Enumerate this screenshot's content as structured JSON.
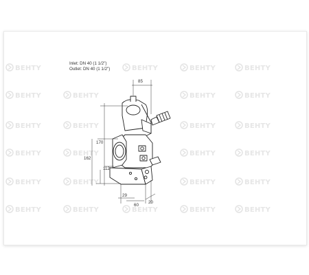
{
  "specs": {
    "inlet": "Inlet: DN 40 (1 1/2\")",
    "outlet": "Outlet: DN 40 (1 1/2\")"
  },
  "dimensions": {
    "d85": "85",
    "d170": "170",
    "d162": "162",
    "d112": "112",
    "d29": "29",
    "d60": "60",
    "d20": "20"
  },
  "watermark": {
    "text": "BEHTY",
    "color": "#e6e6e6"
  },
  "colors": {
    "line": "#222222",
    "dimension": "#333333"
  }
}
